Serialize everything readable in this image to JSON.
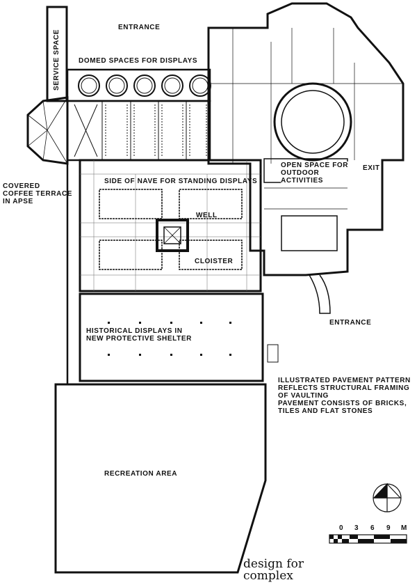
{
  "labels": {
    "entrance_top": "ENTRANCE",
    "service_space": "SERVICE SPACE",
    "domed_spaces": "DOMED SPACES FOR DISPLAYS",
    "covered_terrace": "COVERED\nCOFFEE TERRACE\nIN APSE",
    "side_of_nave": "SIDE OF NAVE FOR STANDING DISPLAYS",
    "well": "WELL",
    "cloister": "CLOISTER",
    "open_space": "OPEN SPACE FOR\nOUTDOOR\nACTIVITIES",
    "exit": "EXIT",
    "entrance_right": "ENTRANCE",
    "historical_displays": "HISTORICAL DISPLAYS IN\nNEW PROTECTIVE SHELTER",
    "notes": "ILLUSTRATED PAVEMENT PATTERN\nREFLECTS STRUCTURAL FRAMING\nOF VAULTING\nPAVEMENT CONSISTS OF BRICKS,\nTILES AND FLAT STONES",
    "recreation_area": "RECREATION AREA"
  },
  "scale_bar": {
    "ticks": [
      "0",
      "3",
      "6",
      "9",
      "M"
    ]
  },
  "title": "design for\ncomplex",
  "icons": {
    "north_arrow": "north-arrow-icon"
  }
}
